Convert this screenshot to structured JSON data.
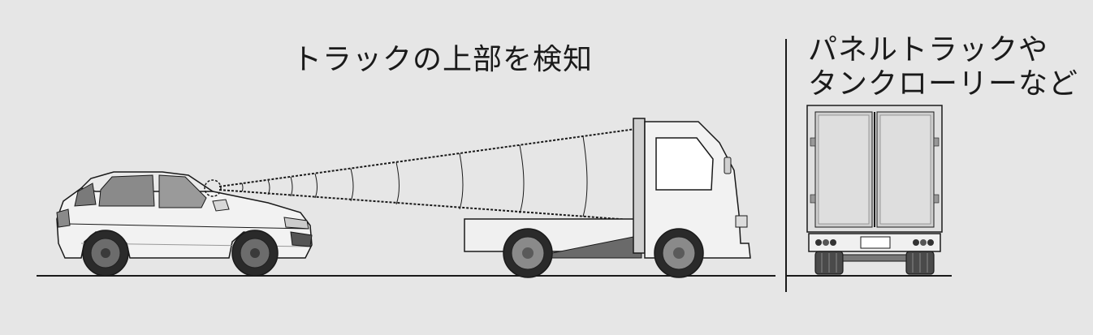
{
  "left_caption": "トラックの上部を検知",
  "right_caption": {
    "line1": "パネルトラックや",
    "line2": "タンクローリーなど"
  },
  "colors": {
    "background": "#e6e6e6",
    "vehicle_body": "#f2f2f2",
    "outline": "#1a1a1a",
    "wheel_dark": "#2a2a2a",
    "truck_grey": "#6a6a6a"
  }
}
